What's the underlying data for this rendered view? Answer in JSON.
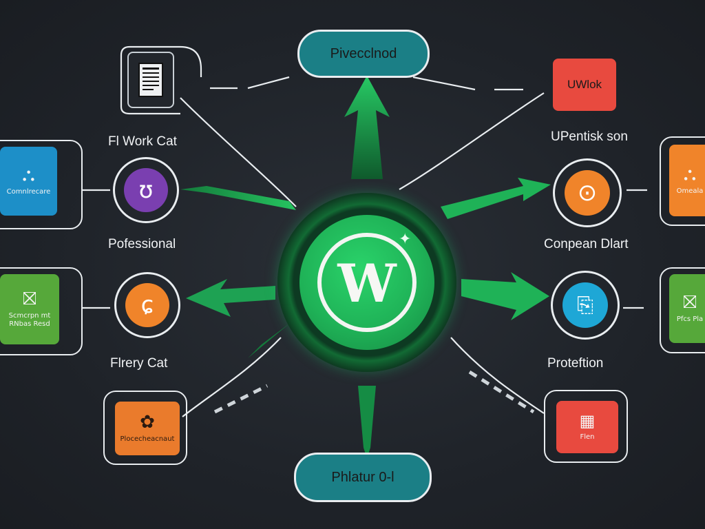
{
  "colors": {
    "background": "#1f2329",
    "green": "#1fb257",
    "teal": "#1b7f86",
    "line": "#e9edf0",
    "red": "#e84a3f",
    "orange": "#f0842a",
    "blue": "#1ea7d6",
    "purple": "#7a3fb0",
    "lime": "#56a83a"
  },
  "hub": {
    "logo": "W",
    "icon": "wordpress-logo"
  },
  "top_pill": {
    "text": "Pivecclnod"
  },
  "bottom_pill": {
    "text": "Phlatur 0-l"
  },
  "labels": {
    "top_left": "Fl Work Cat",
    "top_right": "UPentisk son",
    "mid_left_upper": "Pofessional",
    "mid_right_upper": "Conpean Dlart",
    "mid_left_lower": "Flrery Cat",
    "mid_right_lower": "Proteftion"
  },
  "tiles": {
    "doc_top_left": {
      "icon": "document-icon"
    },
    "red_top_right": {
      "text": "UWlok"
    },
    "blue_left": {
      "glyph": "⛬",
      "text": "Comnlrecare",
      "icon": "box-icon"
    },
    "green_left": {
      "glyph": "⛝",
      "text": "Scmcrpn mt RNbas Resd",
      "icon": "box-icon"
    },
    "orange_bottom_left": {
      "glyph": "✿",
      "text": "Plocecheacnaut",
      "icon": "gear-cluster-icon"
    },
    "orange_right": {
      "glyph": "⛬",
      "text": "Omeala",
      "icon": "box-icon"
    },
    "green_right": {
      "glyph": "⛝",
      "text": "Pfcs Pla",
      "icon": "box-icon"
    },
    "red_bottom_right": {
      "glyph": "▦",
      "text": "Flen",
      "icon": "chart-icon"
    }
  },
  "circles": {
    "purple": {
      "glyph": "ʊ",
      "icon": "loop-icon"
    },
    "orange_left": {
      "glyph": "ɕ",
      "icon": "c-icon"
    },
    "orange_right": {
      "glyph": "⊙",
      "icon": "pin-icon"
    },
    "blue_right": {
      "glyph": "⎘",
      "icon": "printer-icon"
    }
  }
}
